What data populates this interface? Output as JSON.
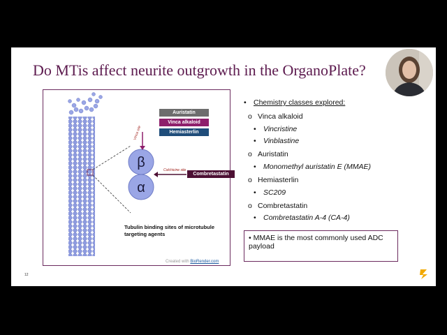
{
  "slide": {
    "title": "Do MTis affect neurite outgrowth in the OrganoPlate?",
    "page_number": "12",
    "logo_icon": "company-logo-icon"
  },
  "figure": {
    "labels": {
      "auristatin": "Auristatin",
      "vinca": "Vinca alkaloid",
      "hemiasterlin": "Hemiasterlin",
      "combretastatin": "Combretastatin",
      "vinca_site": "Vinca site",
      "colchicine_site": "Colchicine site",
      "beta": "β",
      "alpha": "α"
    },
    "caption": "Tubulin binding sites of microtubule targeting agents",
    "credit_prefix": "Created with",
    "credit_link": "BioRender.com",
    "colors": {
      "auristatin": "#6d6d6d",
      "vinca": "#8e1f6b",
      "hemiasterlin": "#1f4d7a",
      "combretastatin": "#4d1034",
      "tubulin": "#8e9be0"
    }
  },
  "bullets": {
    "heading": "Chemistry classes explored:",
    "c1": "Vinca alkaloid",
    "c1a": "Vincristine",
    "c1b": "Vinblastine",
    "c2": "Auristatin",
    "c2a": "Monomethyl auristatin E (MMAE)",
    "c3": "Hemiasterlin",
    "c3a": "SC209",
    "c4": "Combretastatin",
    "c4a": "Combretastatin A-4 (CA-4)",
    "bullet": "•",
    "circle": "o"
  },
  "note": {
    "bullet": "•",
    "text": "MMAE is the most commonly used ADC payload"
  }
}
